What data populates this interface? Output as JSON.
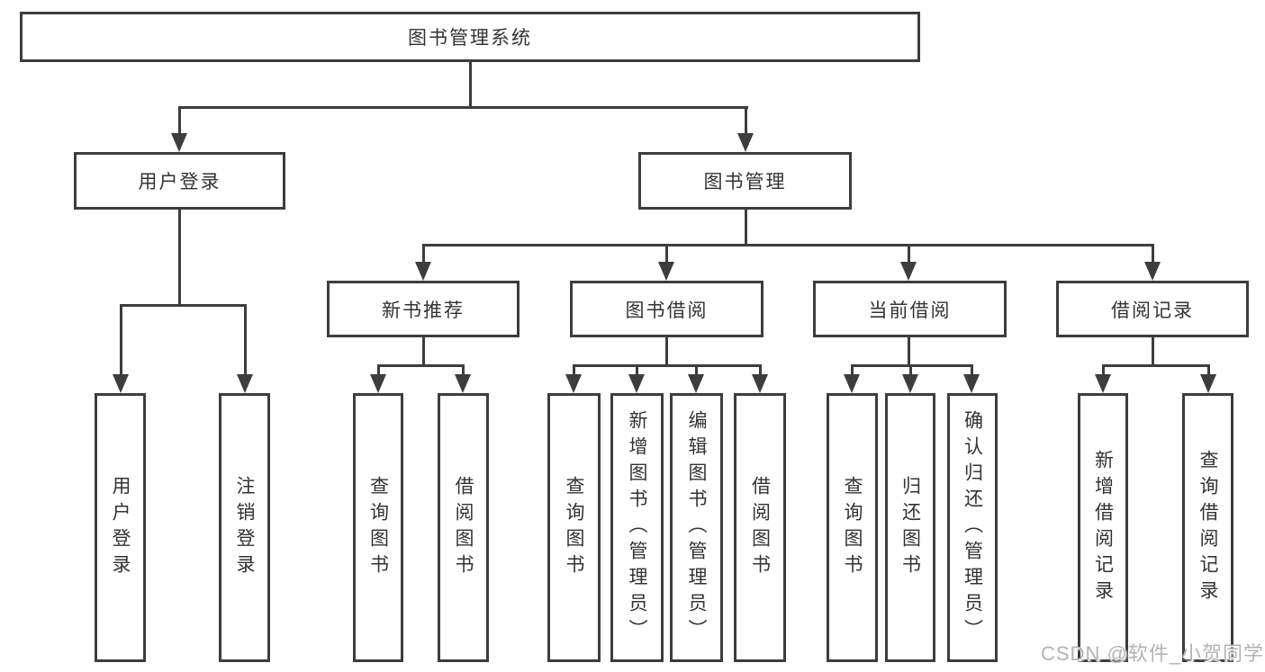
{
  "title": {
    "root": "图书管理系统"
  },
  "nodes": {
    "login": "用户登录",
    "management": "图书管理",
    "recommend": "新书推荐",
    "borrow": "图书借阅",
    "current": "当前借阅",
    "records": "借阅记录",
    "login_children": [
      "用户登录",
      "注销登录"
    ],
    "recommend_children": [
      "查询图书",
      "借阅图书"
    ],
    "borrow_children": [
      "查询图书",
      "新增图书（管理员）",
      "编辑图书（管理员）",
      "借阅图书"
    ],
    "current_children": [
      "查询图书",
      "归还图书",
      "确认归还（管理员）"
    ],
    "records_children": [
      "新增借阅记录",
      "查询借阅记录"
    ]
  },
  "watermark": "CSDN @软件_小贺同学",
  "colors": {
    "line": "#3d3d3d",
    "text": "#333333",
    "watermark": "#b3b3b3"
  }
}
